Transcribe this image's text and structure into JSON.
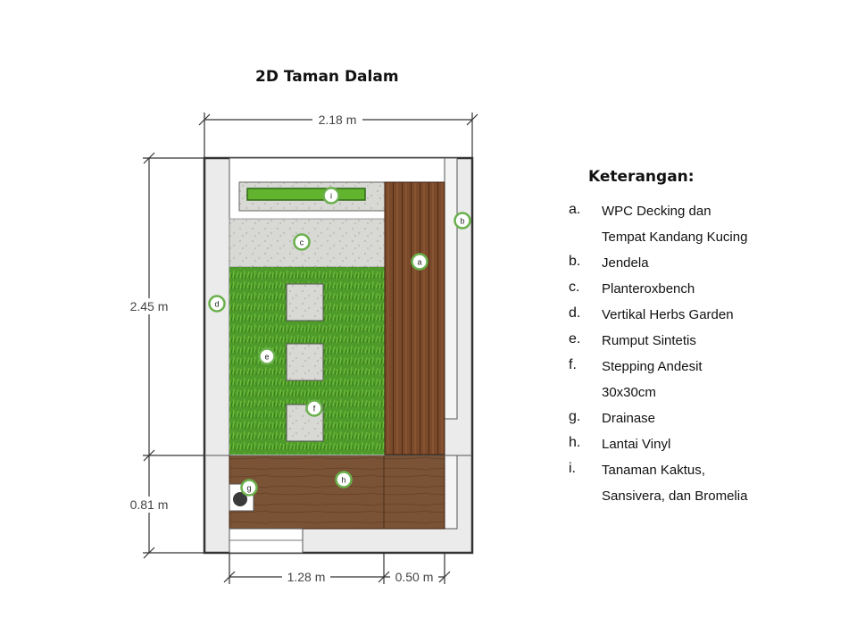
{
  "title": "2D Taman Dalam",
  "dimensions": {
    "width_top": "2.18 m",
    "height_left": "2.45 m",
    "height_left_bottom": "0.81 m",
    "bottom_left": "1.28 m",
    "bottom_right": "0.50 m"
  },
  "markers": [
    "a",
    "b",
    "c",
    "d",
    "e",
    "f",
    "g",
    "h",
    "i"
  ],
  "legend": {
    "title": "Keterangan:",
    "items": [
      {
        "letter": "a.",
        "lines": [
          "WPC Decking dan",
          "Tempat Kandang Kucing"
        ]
      },
      {
        "letter": "b.",
        "lines": [
          "Jendela"
        ]
      },
      {
        "letter": "c.",
        "lines": [
          "Planteroxbench"
        ]
      },
      {
        "letter": "d.",
        "lines": [
          "Vertikal Herbs Garden"
        ]
      },
      {
        "letter": "e.",
        "lines": [
          "Rumput Sintetis"
        ]
      },
      {
        "letter": "f.",
        "lines": [
          "Stepping Andesit",
          "30x30cm"
        ]
      },
      {
        "letter": "g.",
        "lines": [
          "Drainase"
        ]
      },
      {
        "letter": "h.",
        "lines": [
          "Lantai Vinyl"
        ]
      },
      {
        "letter": "i.",
        "lines": [
          "Tanaman Kaktus,",
          "Sansivera, dan Bromelia"
        ]
      }
    ]
  },
  "colors": {
    "grass": "#4e9a2a",
    "decking": "#7a4a2a",
    "vinyl": "#7a5236",
    "marker_ring": "#6ab04c"
  }
}
